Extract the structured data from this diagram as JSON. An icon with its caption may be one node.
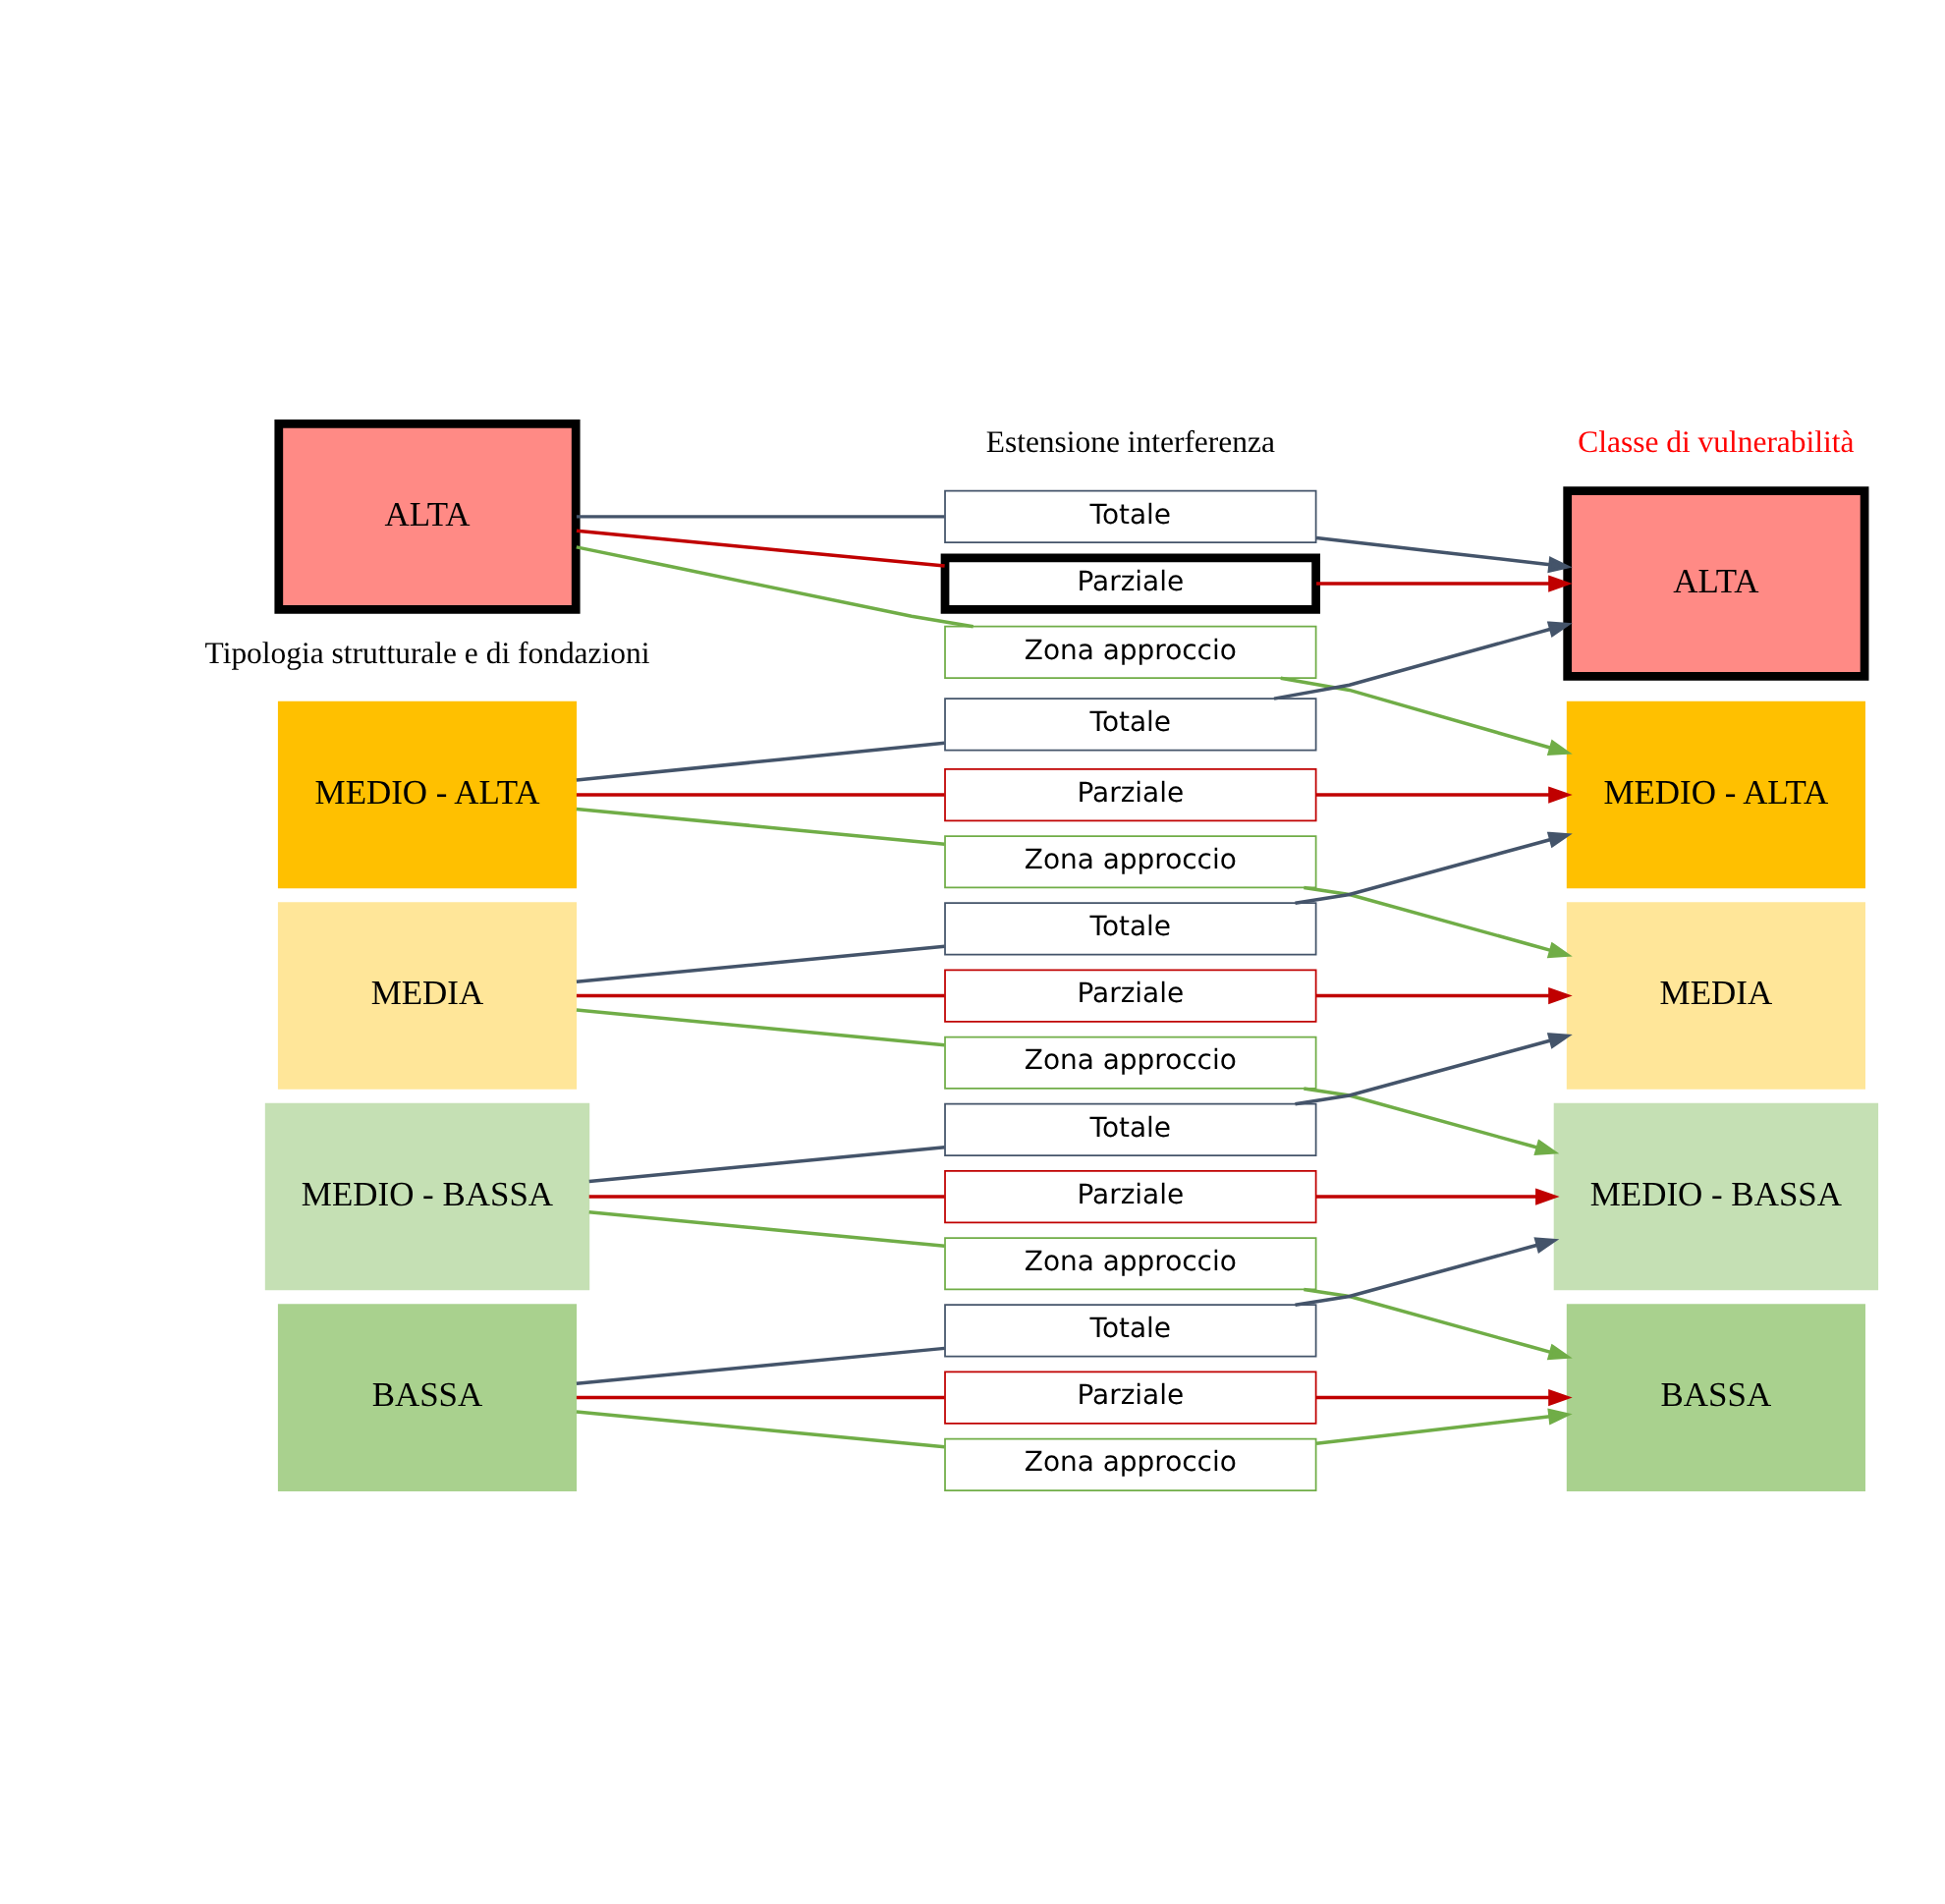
{
  "diagram": {
    "nodes": [
      {
        "text": [
          "ALTA"
        ]
      },
      {
        "text": [
          "MEDIO - ALTA"
        ]
      },
      {
        "text": [
          "MEDIA"
        ]
      },
      {
        "text": [
          "MEDIO - BASSA"
        ]
      },
      {
        "text": [
          "BASSA"
        ]
      },
      {
        "text": [
          "Totale"
        ]
      },
      {
        "text": [
          "Parziale"
        ]
      },
      {
        "text": [
          "Zona approccio"
        ]
      },
      {
        "text": [
          "Totale"
        ]
      },
      {
        "text": [
          "Parziale"
        ]
      },
      {
        "text": [
          "Zona approccio"
        ]
      },
      {
        "text": [
          "Totale"
        ]
      },
      {
        "text": [
          "Parziale"
        ]
      },
      {
        "text": [
          "Zona approccio"
        ]
      },
      {
        "text": [
          "Totale"
        ]
      },
      {
        "text": [
          "Parziale"
        ]
      },
      {
        "text": [
          "Zona approccio"
        ]
      },
      {
        "text": [
          "Totale"
        ]
      },
      {
        "text": [
          "Parziale"
        ]
      },
      {
        "text": [
          "Zona approccio"
        ]
      },
      {
        "text": [
          "ALTA"
        ]
      },
      {
        "text": [
          "MEDIO - ALTA"
        ]
      },
      {
        "text": [
          "MEDIA"
        ]
      },
      {
        "text": [
          "MEDIO - BASSA"
        ]
      },
      {
        "text": [
          "BASSA"
        ]
      }
    ],
    "edges": [
      {
        "from": 0,
        "to": 5,
        "arrow": "none",
        "color": "#44546a"
      },
      {
        "from": 0,
        "to": 6,
        "arrow": "none",
        "color": "#c00000"
      },
      {
        "from": 0,
        "to": 7,
        "arrow": "none",
        "color": "#70ad47"
      },
      {
        "from": 1,
        "to": 8,
        "arrow": "none",
        "color": "#44546a"
      },
      {
        "from": 1,
        "to": 9,
        "arrow": "none",
        "color": "#c00000"
      },
      {
        "from": 1,
        "to": 10,
        "arrow": "none",
        "color": "#70ad47"
      },
      {
        "from": 2,
        "to": 11,
        "arrow": "none",
        "color": "#44546a"
      },
      {
        "from": 2,
        "to": 12,
        "arrow": "none",
        "color": "#c00000"
      },
      {
        "from": 2,
        "to": 13,
        "arrow": "none",
        "color": "#70ad47"
      },
      {
        "from": 3,
        "to": 14,
        "arrow": "none",
        "color": "#44546a"
      },
      {
        "from": 3,
        "to": 15,
        "arrow": "none",
        "color": "#c00000"
      },
      {
        "from": 3,
        "to": 16,
        "arrow": "none",
        "color": "#70ad47"
      },
      {
        "from": 4,
        "to": 17,
        "arrow": "none",
        "color": "#44546a"
      },
      {
        "from": 4,
        "to": 18,
        "arrow": "none",
        "color": "#c00000"
      },
      {
        "from": 4,
        "to": 19,
        "arrow": "none",
        "color": "#70ad47"
      },
      {
        "from": 5,
        "to": 20,
        "arrow": "to",
        "color": "#44546a"
      },
      {
        "from": 6,
        "to": 20,
        "arrow": "to",
        "color": "#c00000"
      },
      {
        "from": 7,
        "to": 21,
        "arrow": "to",
        "color": "#70ad47"
      },
      {
        "from": 8,
        "to": 20,
        "arrow": "to",
        "color": "#44546a"
      },
      {
        "from": 9,
        "to": 21,
        "arrow": "to",
        "color": "#c00000"
      },
      {
        "from": 10,
        "to": 22,
        "arrow": "to",
        "color": "#70ad47"
      },
      {
        "from": 11,
        "to": 21,
        "arrow": "to",
        "color": "#44546a"
      },
      {
        "from": 12,
        "to": 22,
        "arrow": "to",
        "color": "#c00000"
      },
      {
        "from": 13,
        "to": 23,
        "arrow": "to",
        "color": "#70ad47"
      },
      {
        "from": 14,
        "to": 22,
        "arrow": "to",
        "color": "#44546a"
      },
      {
        "from": 15,
        "to": 23,
        "arrow": "to",
        "color": "#c00000"
      },
      {
        "from": 16,
        "to": 24,
        "arrow": "to",
        "color": "#70ad47"
      },
      {
        "from": 17,
        "to": 23,
        "arrow": "to",
        "color": "#44546a"
      },
      {
        "from": 18,
        "to": 24,
        "arrow": "to",
        "color": "#c00000"
      },
      {
        "from": 19,
        "to": 24,
        "arrow": "to",
        "color": "#70ad47"
      }
    ],
    "labels": [
      "Tipologia strutturale e di fondazioni",
      "Estensione interferenza",
      "Classe di vulnerabilità"
    ]
  }
}
